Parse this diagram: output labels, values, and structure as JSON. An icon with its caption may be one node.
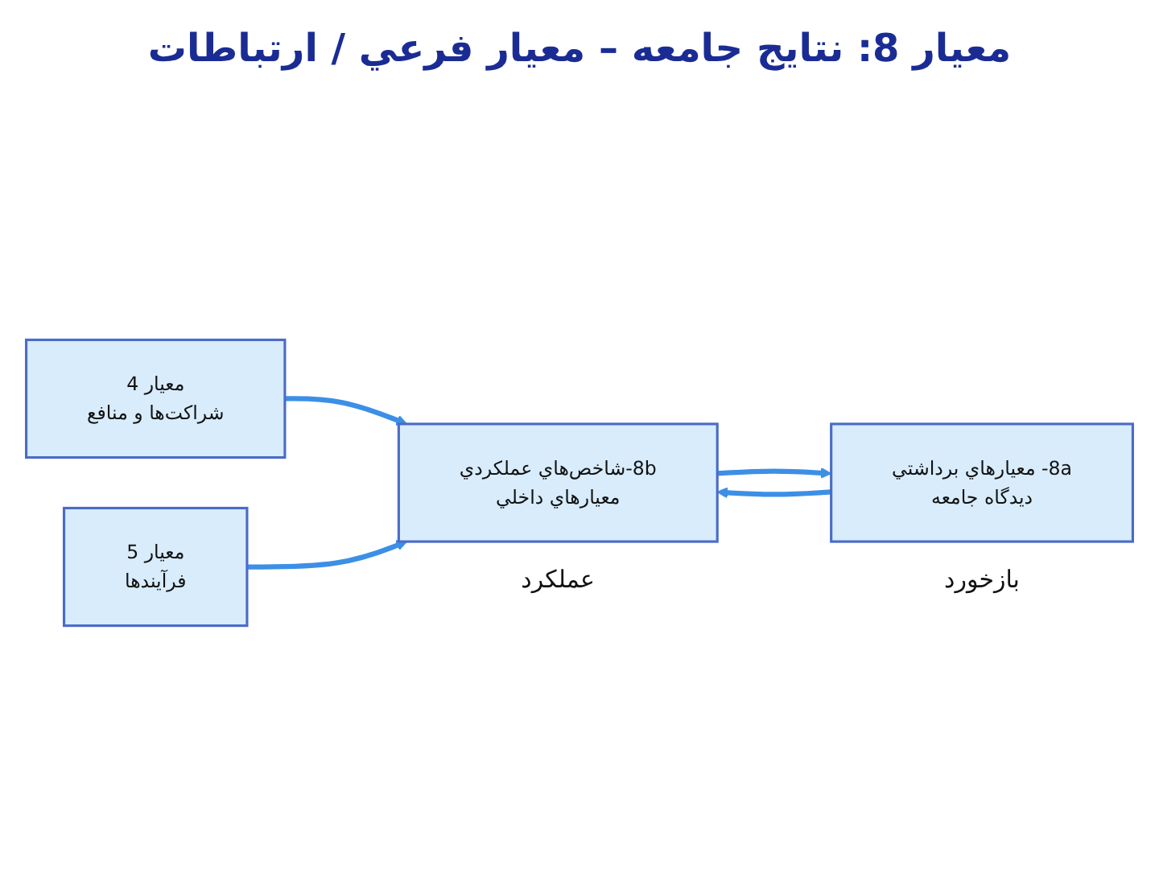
{
  "diagram": {
    "title": "معيار 8: نتايج جامعه – معيار فرعي / ارتباطات",
    "nodes": [
      {
        "text": [
          "معيار 4",
          "شراكت‌ها و منافع"
        ]
      },
      {
        "text": [
          "معيار 5",
          "فرآيندها"
        ]
      },
      {
        "text": [
          "8b-شاخص‌هاي عملكردي",
          "معيارهاي داخلي"
        ],
        "beside": [
          "عملكرد"
        ]
      },
      {
        "text": [
          "8a- معيارهاي برداشتي",
          "ديدگاه جامعه"
        ],
        "beside": [
          "بازخورد"
        ]
      }
    ],
    "edges": [
      {
        "from": 0,
        "to": 2,
        "arrow": "to"
      },
      {
        "from": 1,
        "to": 2,
        "arrow": "to"
      },
      {
        "from": 2,
        "to": 3,
        "arrow": "to"
      },
      {
        "from": 3,
        "to": 2,
        "arrow": "to"
      }
    ]
  }
}
